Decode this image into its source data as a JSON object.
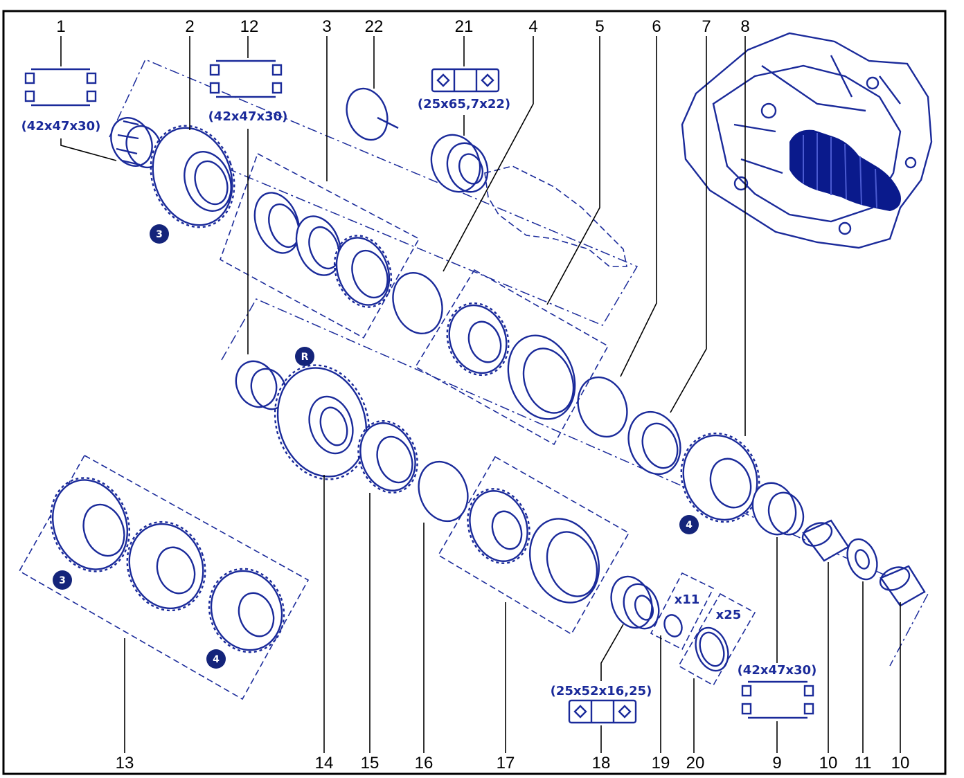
{
  "callouts": [
    {
      "label": "1"
    },
    {
      "label": "2"
    },
    {
      "label": "12"
    },
    {
      "label": "3"
    },
    {
      "label": "22"
    },
    {
      "label": "21"
    },
    {
      "label": "4"
    },
    {
      "label": "5"
    },
    {
      "label": "6"
    },
    {
      "label": "7"
    },
    {
      "label": "8"
    },
    {
      "label": "13"
    },
    {
      "label": "14"
    },
    {
      "label": "15"
    },
    {
      "label": "16"
    },
    {
      "label": "17"
    },
    {
      "label": "18"
    },
    {
      "label": "19"
    },
    {
      "label": "20"
    },
    {
      "label": "9"
    },
    {
      "label": "10"
    },
    {
      "label": "10"
    },
    {
      "label": "11"
    }
  ],
  "dimensions": {
    "needle_bearing_1": "(42x47x30)",
    "needle_bearing_12": "(42x47x30)",
    "ball_bearing_21": "(25x65,7x22)",
    "ball_bearing_18": "(25x52x16,25)",
    "needle_bearing_9": "(42x47x30)"
  },
  "quantities": {
    "part_19": "x11",
    "part_20": "x25"
  },
  "gear_badges": {
    "gear_2": "3",
    "reverse_14": "R",
    "gear_8": "4",
    "set_13_left": "3",
    "set_13_right": "4"
  },
  "colors": {
    "line_blue": "#1a2a9a",
    "badge_navy": "#14247a",
    "highlight_blue": "#0a1a8c"
  },
  "icons": [
    "needle-bearing-symbol",
    "ball-bearing-symbol",
    "transmission-overview-illustration"
  ]
}
